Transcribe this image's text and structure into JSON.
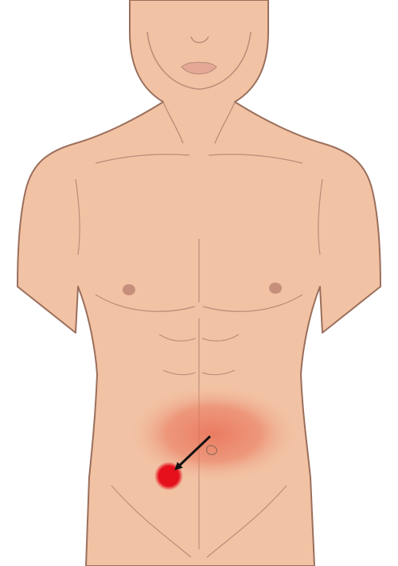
{
  "colors": {
    "background": "#ffffff",
    "skin": "#f2c2a4",
    "skin_outline": "#9a6f5c",
    "skin_line": "#b98d79",
    "nipple": "#c68f7c",
    "lips": "#e3a896",
    "diffuse_pain": "#e8674e",
    "focal_pain": "#e5101b",
    "arrow": "#111111"
  },
  "figure": {
    "subject": "male-torso-front-view",
    "diffuse_pain_region": "periumbilical",
    "focal_pain_region": "right-lower-quadrant",
    "arrow_direction": "from-navel-toward-right-lower-quadrant"
  }
}
